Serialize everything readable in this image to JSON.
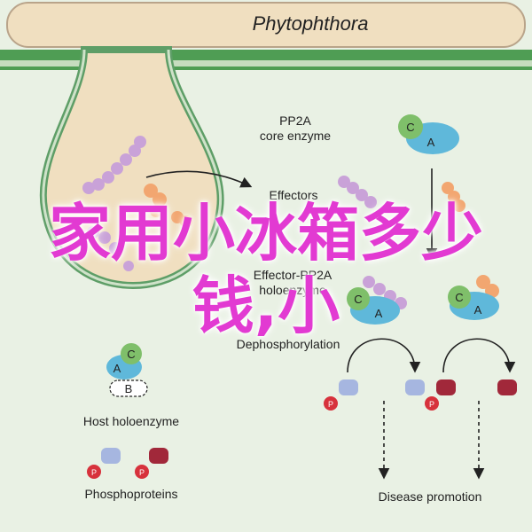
{
  "title": "Phytophthora",
  "labels": {
    "pp2a_core": "PP2A\ncore enzyme",
    "effectors": "Effectors",
    "effector_pp2a": "Effector-PP2A\nholoenzyme",
    "dephosphorylation": "Dephosphorylation",
    "host_holoenzyme": "Host holoenzyme",
    "phosphoproteins": "Phosphoproteins",
    "disease_promotion": "Disease promotion"
  },
  "subunits": {
    "a": "A",
    "b": "B",
    "c": "C",
    "p": "P"
  },
  "overlay_text": {
    "line1": "家用小冰箱多少",
    "line2": "钱,小"
  },
  "colors": {
    "background": "#e9f1e4",
    "green_band": "#4f9d54",
    "haustorium_fill": "#f0dfc0",
    "subunit_a": "#5fb8da",
    "subunit_c": "#7fbf6a",
    "effector_orange": "#f2a670",
    "effector_purple": "#c9a2d8",
    "phosphate_red": "#d7323c",
    "overlay_magenta": "#e23ad2"
  }
}
